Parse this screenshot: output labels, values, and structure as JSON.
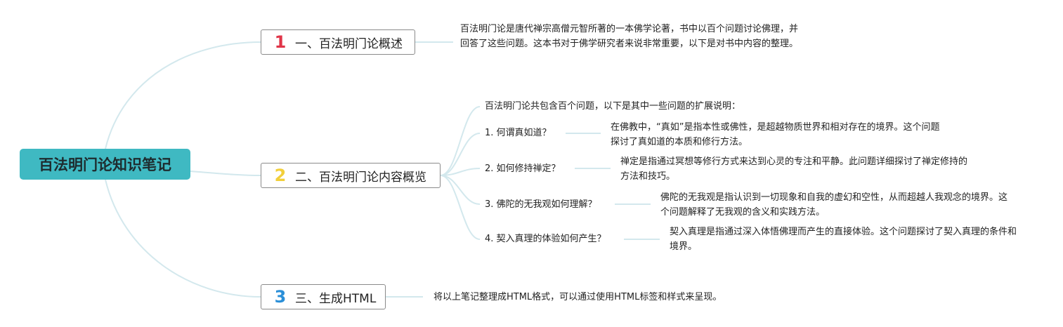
{
  "root": {
    "title": "百法明门论知识笔记"
  },
  "branches": [
    {
      "number": "1",
      "number_color": "#e03548",
      "label": "一、百法明门论概述"
    },
    {
      "number": "2",
      "number_color": "#f2cf3a",
      "label": "二、百法明门论内容概览"
    },
    {
      "number": "3",
      "number_color": "#2a8fd8",
      "label": "三、生成HTML"
    }
  ],
  "overview": {
    "description": "百法明门论是唐代禅宗高僧元智所著的一本佛学论著，书中以百个问题讨论佛理，并回答了这些问题。这本书对于佛学研究者来说非常重要，以下是对书中内容的整理。"
  },
  "content": {
    "intro": "百法明门论共包含百个问题，以下是其中一些问题的扩展说明：",
    "questions": [
      {
        "q": "1. 何谓真如道？",
        "a": "在佛教中，“真如”是指本性或佛性，是超越物质世界和相对存在的境界。这个问题探讨了真如道的本质和修行方法。"
      },
      {
        "q": "2. 如何修持禅定？",
        "a": "禅定是指通过冥想等修行方式来达到心灵的专注和平静。此问题详细探讨了禅定修持的方法和技巧。"
      },
      {
        "q": "3. 佛陀的无我观如何理解？",
        "a": "佛陀的无我观是指认识到一切现象和自我的虚幻和空性，从而超越人我观念的境界。这个问题解释了无我观的含义和实践方法。"
      },
      {
        "q": "4. 契入真理的体验如何产生？",
        "a": "契入真理是指通过深入体悟佛理而产生的直接体验。这个问题探讨了契入真理的条件和境界。"
      }
    ]
  },
  "html_section": {
    "description": "将以上笔记整理成HTML格式，可以通过使用HTML标签和样式来呈现。"
  },
  "colors": {
    "root_fill": "#3fb9c2",
    "connector": "#d3e8ed",
    "branch_border": "#8a8a8a"
  }
}
